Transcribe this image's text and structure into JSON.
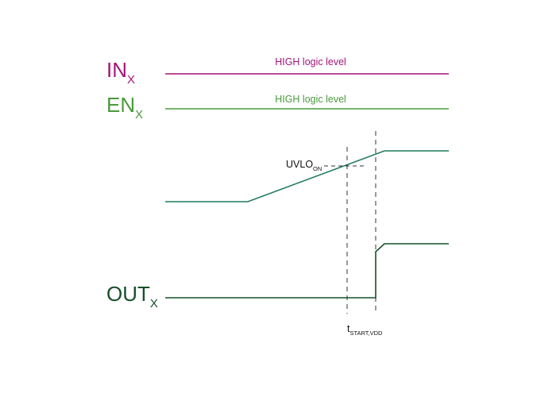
{
  "colors": {
    "in": "#a3157a",
    "en": "#4a9a3c",
    "vdd": "#1f7a5a",
    "out": "#17502a",
    "guide": "#333333",
    "text": "#111111"
  },
  "signals": {
    "in": {
      "label": "IN",
      "sub": "X",
      "level_text": "HIGH logic level"
    },
    "en": {
      "label": "EN",
      "sub": "X",
      "level_text": "HIGH logic level"
    },
    "out": {
      "label": "OUT",
      "sub": "X"
    }
  },
  "annotations": {
    "uvlo": {
      "label": "UVLO",
      "sub": "ON"
    },
    "tstart": {
      "label": "t",
      "sub": "START,VDD"
    }
  }
}
